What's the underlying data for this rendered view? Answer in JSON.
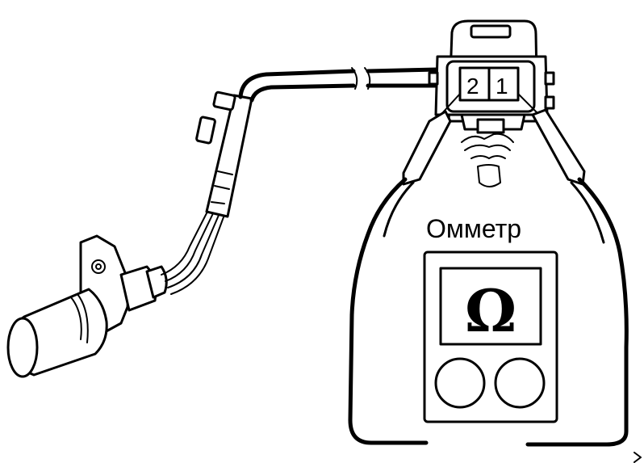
{
  "diagram": {
    "meter_label": "Омметр",
    "meter_symbol": "Ω",
    "connector_pins": [
      "2",
      "1"
    ]
  }
}
